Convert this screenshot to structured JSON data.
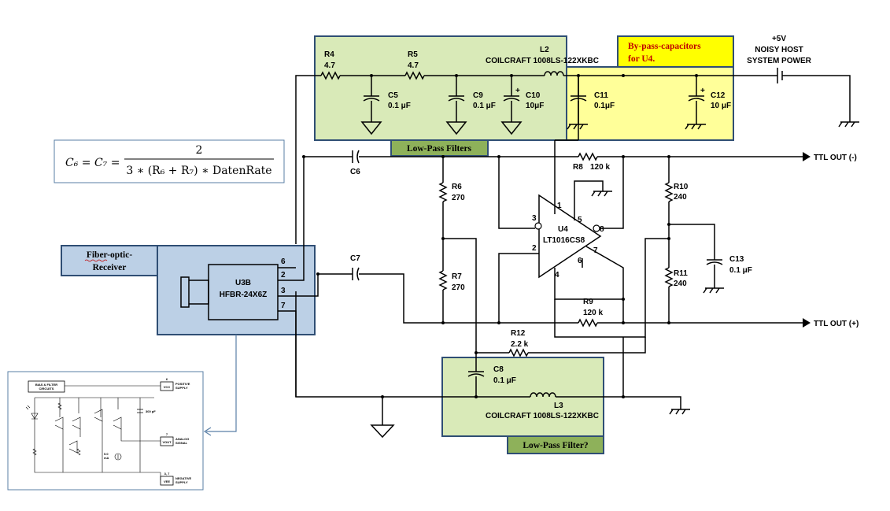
{
  "formula": {
    "lhs": "C₆ = C₇ =",
    "numerator": "2",
    "denominator": "3 ∗ (R₆ + R₇) ∗ DatenRate"
  },
  "tags": {
    "low_pass_filters": "Low-Pass  Filters",
    "low_pass_filter_q": "Low-Pass Filter?",
    "bypass_line1": "By-pass-capacitors",
    "bypass_line2": "for U4.",
    "fiber_line1": "Fiber-optic-",
    "fiber_line2": "Receiver"
  },
  "power": {
    "voltage": "+5V",
    "line1": "NOISY HOST",
    "line2": "SYSTEM POWER"
  },
  "outputs": {
    "ttl_minus": "TTL OUT (-)",
    "ttl_plus": "TTL OUT (+)"
  },
  "components": {
    "r4": {
      "name": "R4",
      "value": "4.7"
    },
    "r5": {
      "name": "R5",
      "value": "4.7"
    },
    "l2": {
      "name": "L2",
      "value": "COILCRAFT 1008LS-122XKBC"
    },
    "c5": {
      "name": "C5",
      "value": "0.1 μF"
    },
    "c9": {
      "name": "C9",
      "value": "0.1 μF"
    },
    "c10": {
      "name": "C10",
      "value": "10μF"
    },
    "c11": {
      "name": "C11",
      "value": "0.1μF"
    },
    "c12": {
      "name": "C12",
      "value": "10 μF"
    },
    "c6": {
      "name": "C6"
    },
    "c7": {
      "name": "C7"
    },
    "r6": {
      "name": "R6",
      "value": "270"
    },
    "r7": {
      "name": "R7",
      "value": "270"
    },
    "r8": {
      "name": "R8",
      "value": "120 k"
    },
    "r9": {
      "name": "R9",
      "value": "120 k"
    },
    "r10": {
      "name": "R10",
      "value": "240"
    },
    "r11": {
      "name": "R11",
      "value": "240"
    },
    "r12": {
      "name": "R12",
      "value": "2.2 k"
    },
    "c8": {
      "name": "C8",
      "value": "0.1 μF"
    },
    "c13": {
      "name": "C13",
      "value": "0.1 μF"
    },
    "l3": {
      "name": "L3",
      "value": "COILCRAFT 1008LS-122XKBC"
    },
    "u4": {
      "name": "U4",
      "part": "LT1016CS8"
    },
    "u3b": {
      "name": "U3B",
      "part": "HFBR-24X6Z"
    }
  },
  "pins": {
    "u4_1": "1",
    "u4_2": "2",
    "u4_3": "3",
    "u4_4": "4",
    "u4_5": "5",
    "u4_6": "6",
    "u4_7": "7",
    "u4_8": "8",
    "u3_2": "2",
    "u3_3": "3",
    "u3_6": "6",
    "u3_7": "7"
  },
  "inset": {
    "bias": "BIAS & FILTER",
    "circuits": "CIRCUITS",
    "pin6": "6",
    "vcc": "VCC",
    "positive": "POSITIVE",
    "supply1": "SUPPLY",
    "cap": "300 pF",
    "pin7": "7",
    "vout": "VOUT",
    "analog": "ANALOG",
    "signal": "SIGNAL",
    "current": "5.0",
    "current_unit": "mA",
    "pin37": "3, 7",
    "vee": "VEE",
    "negative": "NEGATIVE",
    "supply2": "SUPPLY"
  }
}
